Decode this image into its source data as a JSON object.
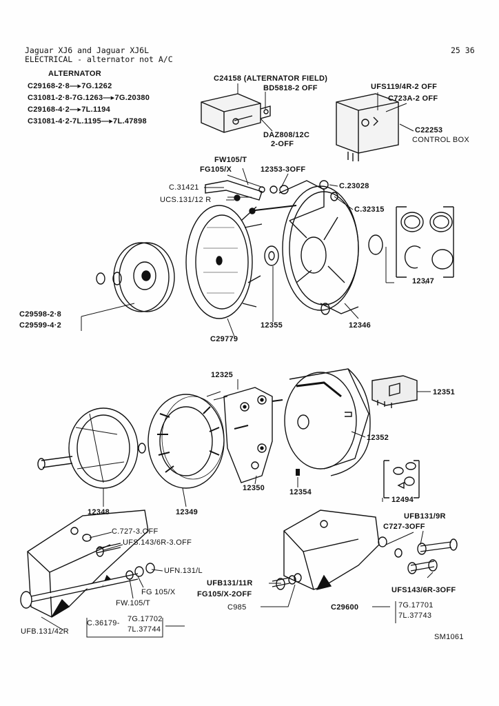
{
  "header": {
    "line1": "Jaguar XJ6 and Jaguar XJ6L",
    "line2": "ELECTRICAL - alternator not A/C",
    "page": "25 36"
  },
  "alternator": {
    "heading": "ALTERNATOR",
    "rows": [
      "C29168-2·8—▸7G.1262",
      "C31081-2·8-7G.1263—▸7G.20380",
      "C29168-4·2—▸7L.1194",
      "C31081-4·2-7L.1195—▸7L.47898"
    ]
  },
  "labels": {
    "field_relay": "C24158 (ALTERNATOR FIELD)",
    "bd5818": "BD5818-2 OFF",
    "daz": "DAZ808/12C",
    "daz_off": "2-OFF",
    "ufs119": "UFS119/4R-2 OFF",
    "c723a": "C723A-2 OFF",
    "c22253": "C22253",
    "control_box": "CONTROL BOX",
    "fw105t": "FW105/T",
    "fg105x": "FG105/X",
    "p12353": "12353-3OFF",
    "c31421": "C.31421",
    "ucs131": "UCS.131/12 R",
    "c23028": "C.23028",
    "c32315": "C.32315",
    "p12347": "12347",
    "c29598": "C29598-2·8",
    "c29599": "C29599-4·2",
    "p12355": "12355",
    "p12346": "12346",
    "c29779": "C29779",
    "p12325": "12325",
    "p12351": "12351",
    "p12352": "12352",
    "p12348": "12348",
    "p12349": "12349",
    "p12350": "12350",
    "p12354": "12354",
    "p12494": "12494",
    "c727_3off": "C.727-3.OFF",
    "ufs143_6r": "UFS.143/6R-3.OFF",
    "ufn131": "UFN.131/L",
    "fg105x_b": "FG 105/X",
    "fw105t_b": "FW.105/T",
    "c36179": "C.36179-",
    "r7g17702": "7G.17702",
    "r7l37744": "7L.37744",
    "ufb131_42r": "UFB.131/42R",
    "ufb131_9r": "UFB131/9R",
    "c727_3off_r": "C727-3OFF",
    "ufb131_11r": "UFB131/11R",
    "fg105x_2off": "FG105/X-2OFF",
    "c985": "C985",
    "c29600": "C29600",
    "ufs143_6r_r": "UFS143/6R-3OFF",
    "r7g17701": "7G.17701",
    "r7l37743": "7L.37743",
    "sm": "SM1061"
  }
}
